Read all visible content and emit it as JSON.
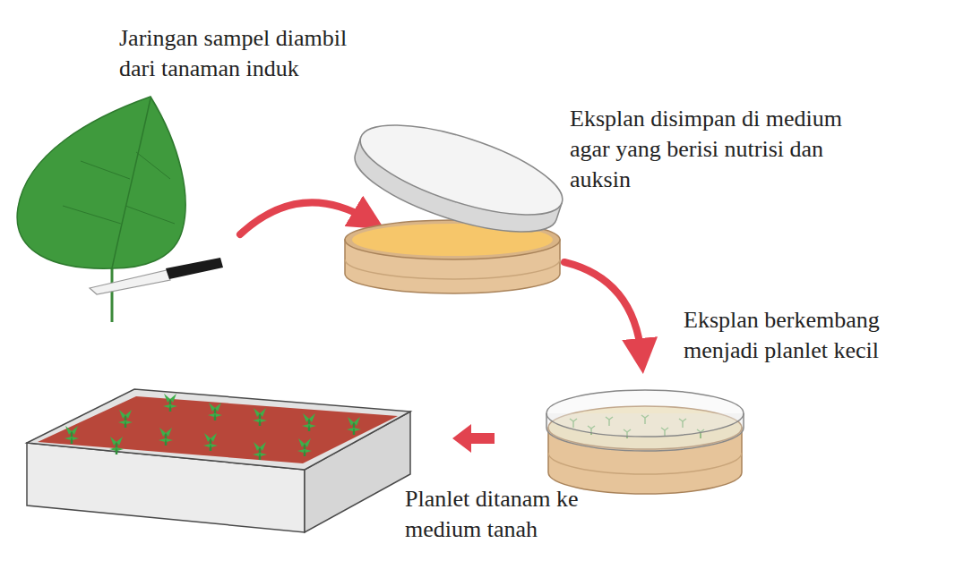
{
  "diagram": {
    "labels": [
      "Jaringan sampel diambil dari tanaman induk",
      "Eksplan disimpan di medium agar yang berisi nutrisi dan auksin",
      "Eksplan berkembang menjadi planlet kecil",
      "Planlet ditanam ke medium tanah"
    ]
  }
}
